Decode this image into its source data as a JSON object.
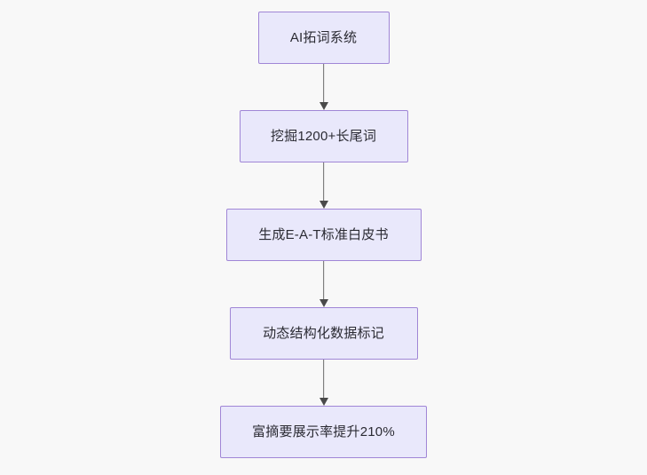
{
  "diagram": {
    "type": "flowchart",
    "direction": "top-to-bottom",
    "background_color": "#f8f8f8",
    "node_fill_color": "#e9e8fb",
    "node_border_color": "#a086d6",
    "node_text_color": "#2b2b33",
    "connector_color": "#6b6b6b",
    "nodes": [
      {
        "id": "n1",
        "label": "AI拓词系统"
      },
      {
        "id": "n2",
        "label": "挖掘1200+长尾词"
      },
      {
        "id": "n3",
        "label": "生成E-A-T标准白皮书"
      },
      {
        "id": "n4",
        "label": "动态结构化数据标记"
      },
      {
        "id": "n5",
        "label": "富摘要展示率提升210%"
      }
    ],
    "edges": [
      {
        "from": "n1",
        "to": "n2",
        "arrow": "down-arrow-icon"
      },
      {
        "from": "n2",
        "to": "n3",
        "arrow": "down-arrow-icon"
      },
      {
        "from": "n3",
        "to": "n4",
        "arrow": "down-arrow-icon"
      },
      {
        "from": "n4",
        "to": "n5",
        "arrow": "down-arrow-icon"
      }
    ]
  }
}
